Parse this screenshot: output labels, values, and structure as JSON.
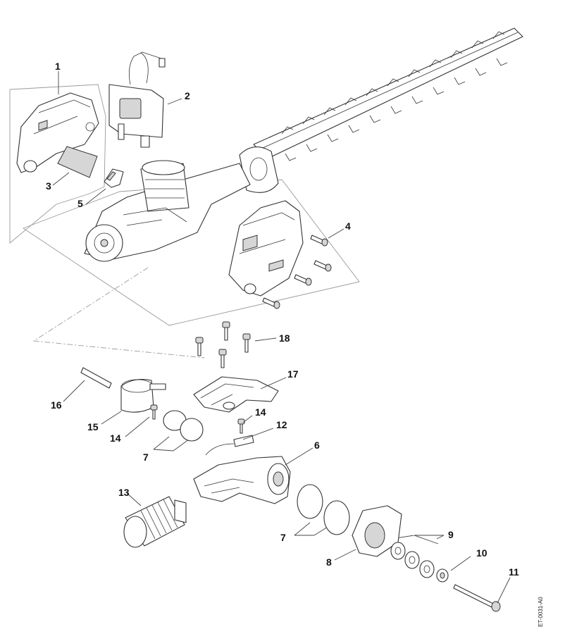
{
  "diagram": {
    "title": "Hedge trimmer gear housing exploded view",
    "reference_code": "ET-0031-A0",
    "callouts": [
      {
        "key": "c1",
        "label": "1",
        "part": "left-cover"
      },
      {
        "key": "c2",
        "label": "2",
        "part": "control-module"
      },
      {
        "key": "c3",
        "label": "3",
        "part": "pad"
      },
      {
        "key": "c4",
        "label": "4",
        "part": "screws"
      },
      {
        "key": "c5",
        "label": "5",
        "part": "switch"
      },
      {
        "key": "c6",
        "label": "6",
        "part": "gear-housing"
      },
      {
        "key": "c7a",
        "label": "7",
        "part": "retaining-rings-upper"
      },
      {
        "key": "c7b",
        "label": "7",
        "part": "retaining-rings-lower"
      },
      {
        "key": "c8",
        "label": "8",
        "part": "cover-plate"
      },
      {
        "key": "c9",
        "label": "9",
        "part": "washers"
      },
      {
        "key": "c10",
        "label": "10",
        "part": "washer"
      },
      {
        "key": "c11",
        "label": "11",
        "part": "long-bolt"
      },
      {
        "key": "c12",
        "label": "12",
        "part": "cable"
      },
      {
        "key": "c13",
        "label": "13",
        "part": "bellows-sleeve"
      },
      {
        "key": "c14a",
        "label": "14",
        "part": "screw-left"
      },
      {
        "key": "c14b",
        "label": "14",
        "part": "screw-right"
      },
      {
        "key": "c15",
        "label": "15",
        "part": "clamp"
      },
      {
        "key": "c16",
        "label": "16",
        "part": "pin"
      },
      {
        "key": "c17",
        "label": "17",
        "part": "bracket"
      },
      {
        "key": "c18",
        "label": "18",
        "part": "screws-top"
      }
    ]
  }
}
